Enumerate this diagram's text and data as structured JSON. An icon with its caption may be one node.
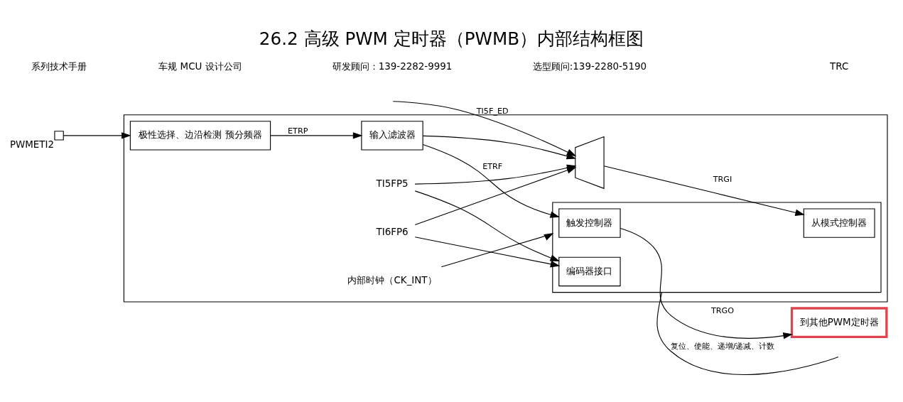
{
  "diagram": {
    "title": "26.2 高级 PWM 定时器（PWMB）内部结构框图",
    "nodes": [
      {
        "text": [],
        "shape": "box"
      },
      {
        "text": [],
        "shape": "box",
        "beside": [
          "PWMETI2"
        ]
      },
      {
        "text": [
          "极性选择、边沿检测 预分频器"
        ],
        "in": 0
      },
      {
        "text": [
          "输入滤波器"
        ],
        "in": 0
      },
      {
        "text": [],
        "shape": "box",
        "in": 0
      },
      {
        "text": [
          "触发控制器"
        ],
        "in": 4
      },
      {
        "text": [
          "从模式控制器"
        ],
        "in": 4
      },
      {
        "text": [
          "编码器接口"
        ],
        "in": 4
      },
      {
        "text": [],
        "shape": "trapezoid",
        "in": 0
      },
      {
        "text": [
          "到其他PWM定时器"
        ]
      },
      {
        "text": [
          "内部时钟（CK_INT）"
        ],
        "in": 0
      },
      {
        "text": [
          "TI5FP5"
        ],
        "in": 0
      },
      {
        "text": [
          "TI6FP6"
        ],
        "in": 0
      }
    ],
    "edges": [
      {
        "from": 1,
        "to": 2,
        "arrow": "to"
      },
      {
        "from": 2,
        "to": 3,
        "label": "ETRP",
        "arrow": "to"
      },
      {
        "from": 10,
        "to": 4,
        "arrow": "to"
      },
      {
        "from": 3,
        "to": 5,
        "label": "ETRF",
        "arrow": "to"
      },
      {
        "from": 3,
        "to": 8,
        "arrow": "to"
      },
      {
        "from": null,
        "to": 8,
        "label": "TI5F_ED",
        "arrow": "to"
      },
      {
        "from": 11,
        "to": 8,
        "arrow": "to"
      },
      {
        "from": 12,
        "to": 8,
        "arrow": "to"
      },
      {
        "from": 8,
        "to": 6,
        "label": "TRGI",
        "arrow": "to"
      },
      {
        "from": 11,
        "to": 7,
        "arrow": "to"
      },
      {
        "from": 12,
        "to": 7,
        "arrow": "to"
      },
      {
        "from": 5,
        "to": 9,
        "label": "TRGO",
        "arrow": "to"
      },
      {
        "from": 4,
        "to": null,
        "label": "复位、使能、递增/递减、计数",
        "arrow": "none"
      }
    ],
    "labels": [
      "系列技术手册",
      "车规 MCU 设计公司",
      "研发顾问：139-2282-9991",
      "选型顾问:139-2280-5190",
      "TRC"
    ]
  }
}
